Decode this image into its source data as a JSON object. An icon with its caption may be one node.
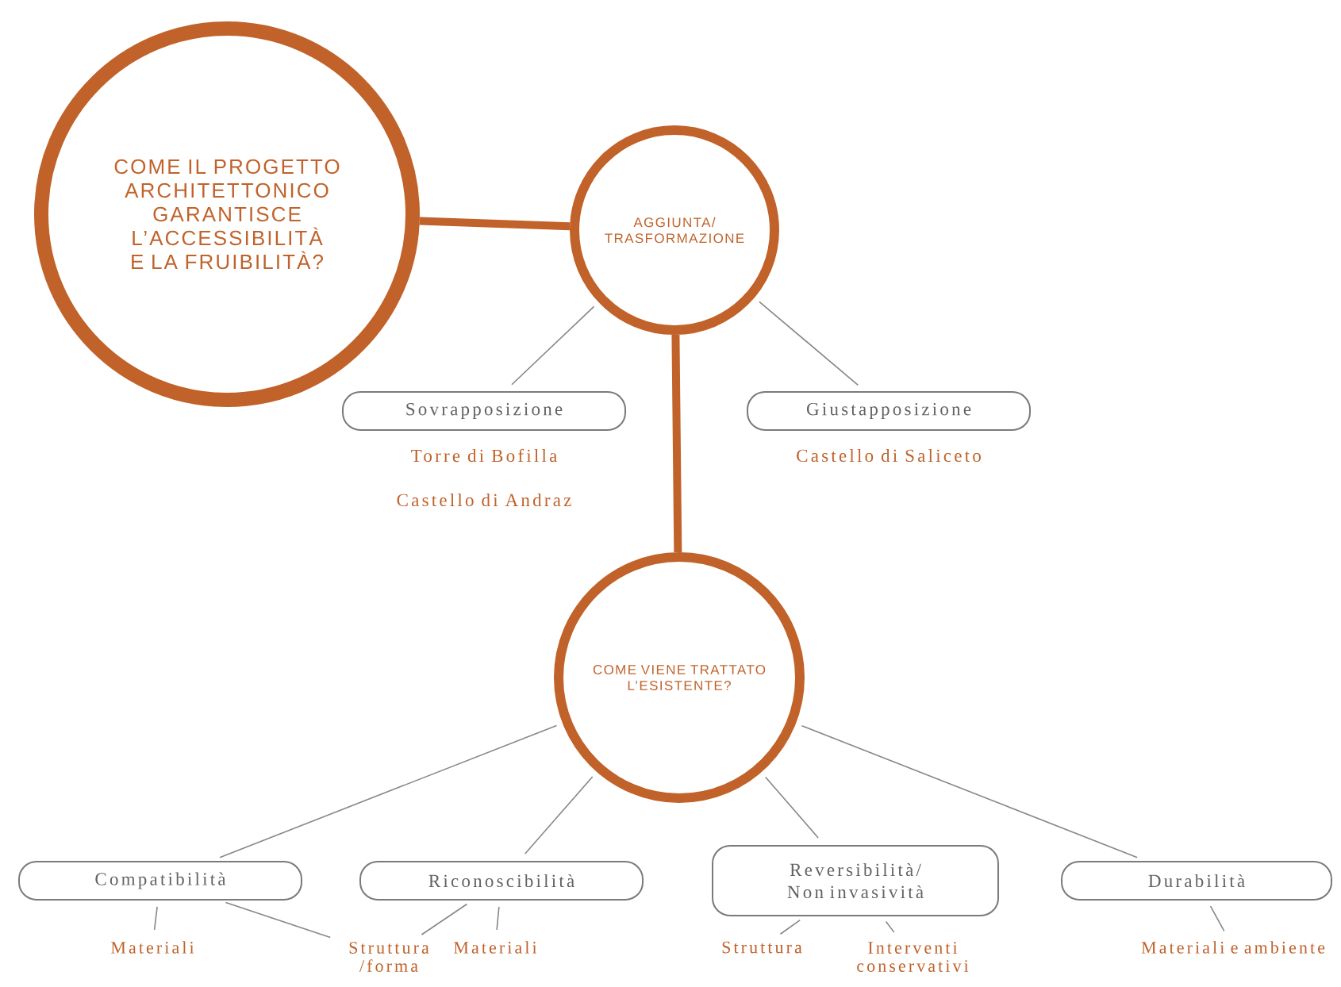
{
  "diagram": {
    "nodes": [
      {
        "text": [
          "COME IL PROGETTO ARCHITETTONICO GARANTISCE L’ACCESSIBILITÀ E LA FRUIBILITÀ?"
        ]
      },
      {
        "text": [
          "AGGIUNTA/ TRASFORMAZIONE"
        ]
      },
      {
        "text": [
          "Sovrapposizione"
        ],
        "beside": [
          "Torre di Bofilla",
          "Castello di Andraz"
        ]
      },
      {
        "text": [
          "Giustapposizione"
        ],
        "beside": [
          "Castello di Saliceto"
        ]
      },
      {
        "text": [
          "COME VIENE TRATTATO L’ESISTENTE?"
        ]
      },
      {
        "text": [
          "Compatibilità"
        ]
      },
      {
        "text": [
          "Riconoscibilità"
        ]
      },
      {
        "text": [
          "Reversibilità/ Non invasività"
        ]
      },
      {
        "text": [
          "Durabilità"
        ]
      },
      {
        "text": [
          "Materiali"
        ]
      },
      {
        "text": [
          "Struttura /forma"
        ]
      },
      {
        "text": [
          "Materiali"
        ]
      },
      {
        "text": [
          "Struttura"
        ]
      },
      {
        "text": [
          "Interventi conservativi"
        ]
      },
      {
        "text": [
          "Materiali e ambiente"
        ]
      }
    ],
    "edges": [
      {
        "from": 0,
        "to": 1,
        "arrow": "none",
        "style": "thick",
        "color": "#c0622a"
      },
      {
        "from": 1,
        "to": 2,
        "arrow": "none"
      },
      {
        "from": 1,
        "to": 3,
        "arrow": "none"
      },
      {
        "from": 1,
        "to": 4,
        "arrow": "none",
        "style": "thick",
        "color": "#c0622a"
      },
      {
        "from": 4,
        "to": 5,
        "arrow": "none"
      },
      {
        "from": 4,
        "to": 6,
        "arrow": "none"
      },
      {
        "from": 4,
        "to": 7,
        "arrow": "none"
      },
      {
        "from": 4,
        "to": 8,
        "arrow": "none"
      },
      {
        "from": 5,
        "to": 9,
        "arrow": "none"
      },
      {
        "from": 5,
        "to": 10,
        "arrow": "none"
      },
      {
        "from": 6,
        "to": 10,
        "arrow": "none"
      },
      {
        "from": 6,
        "to": 11,
        "arrow": "none"
      },
      {
        "from": 7,
        "to": 12,
        "arrow": "none"
      },
      {
        "from": 7,
        "to": 13,
        "arrow": "none"
      },
      {
        "from": 8,
        "to": 14,
        "arrow": "none"
      }
    ]
  }
}
